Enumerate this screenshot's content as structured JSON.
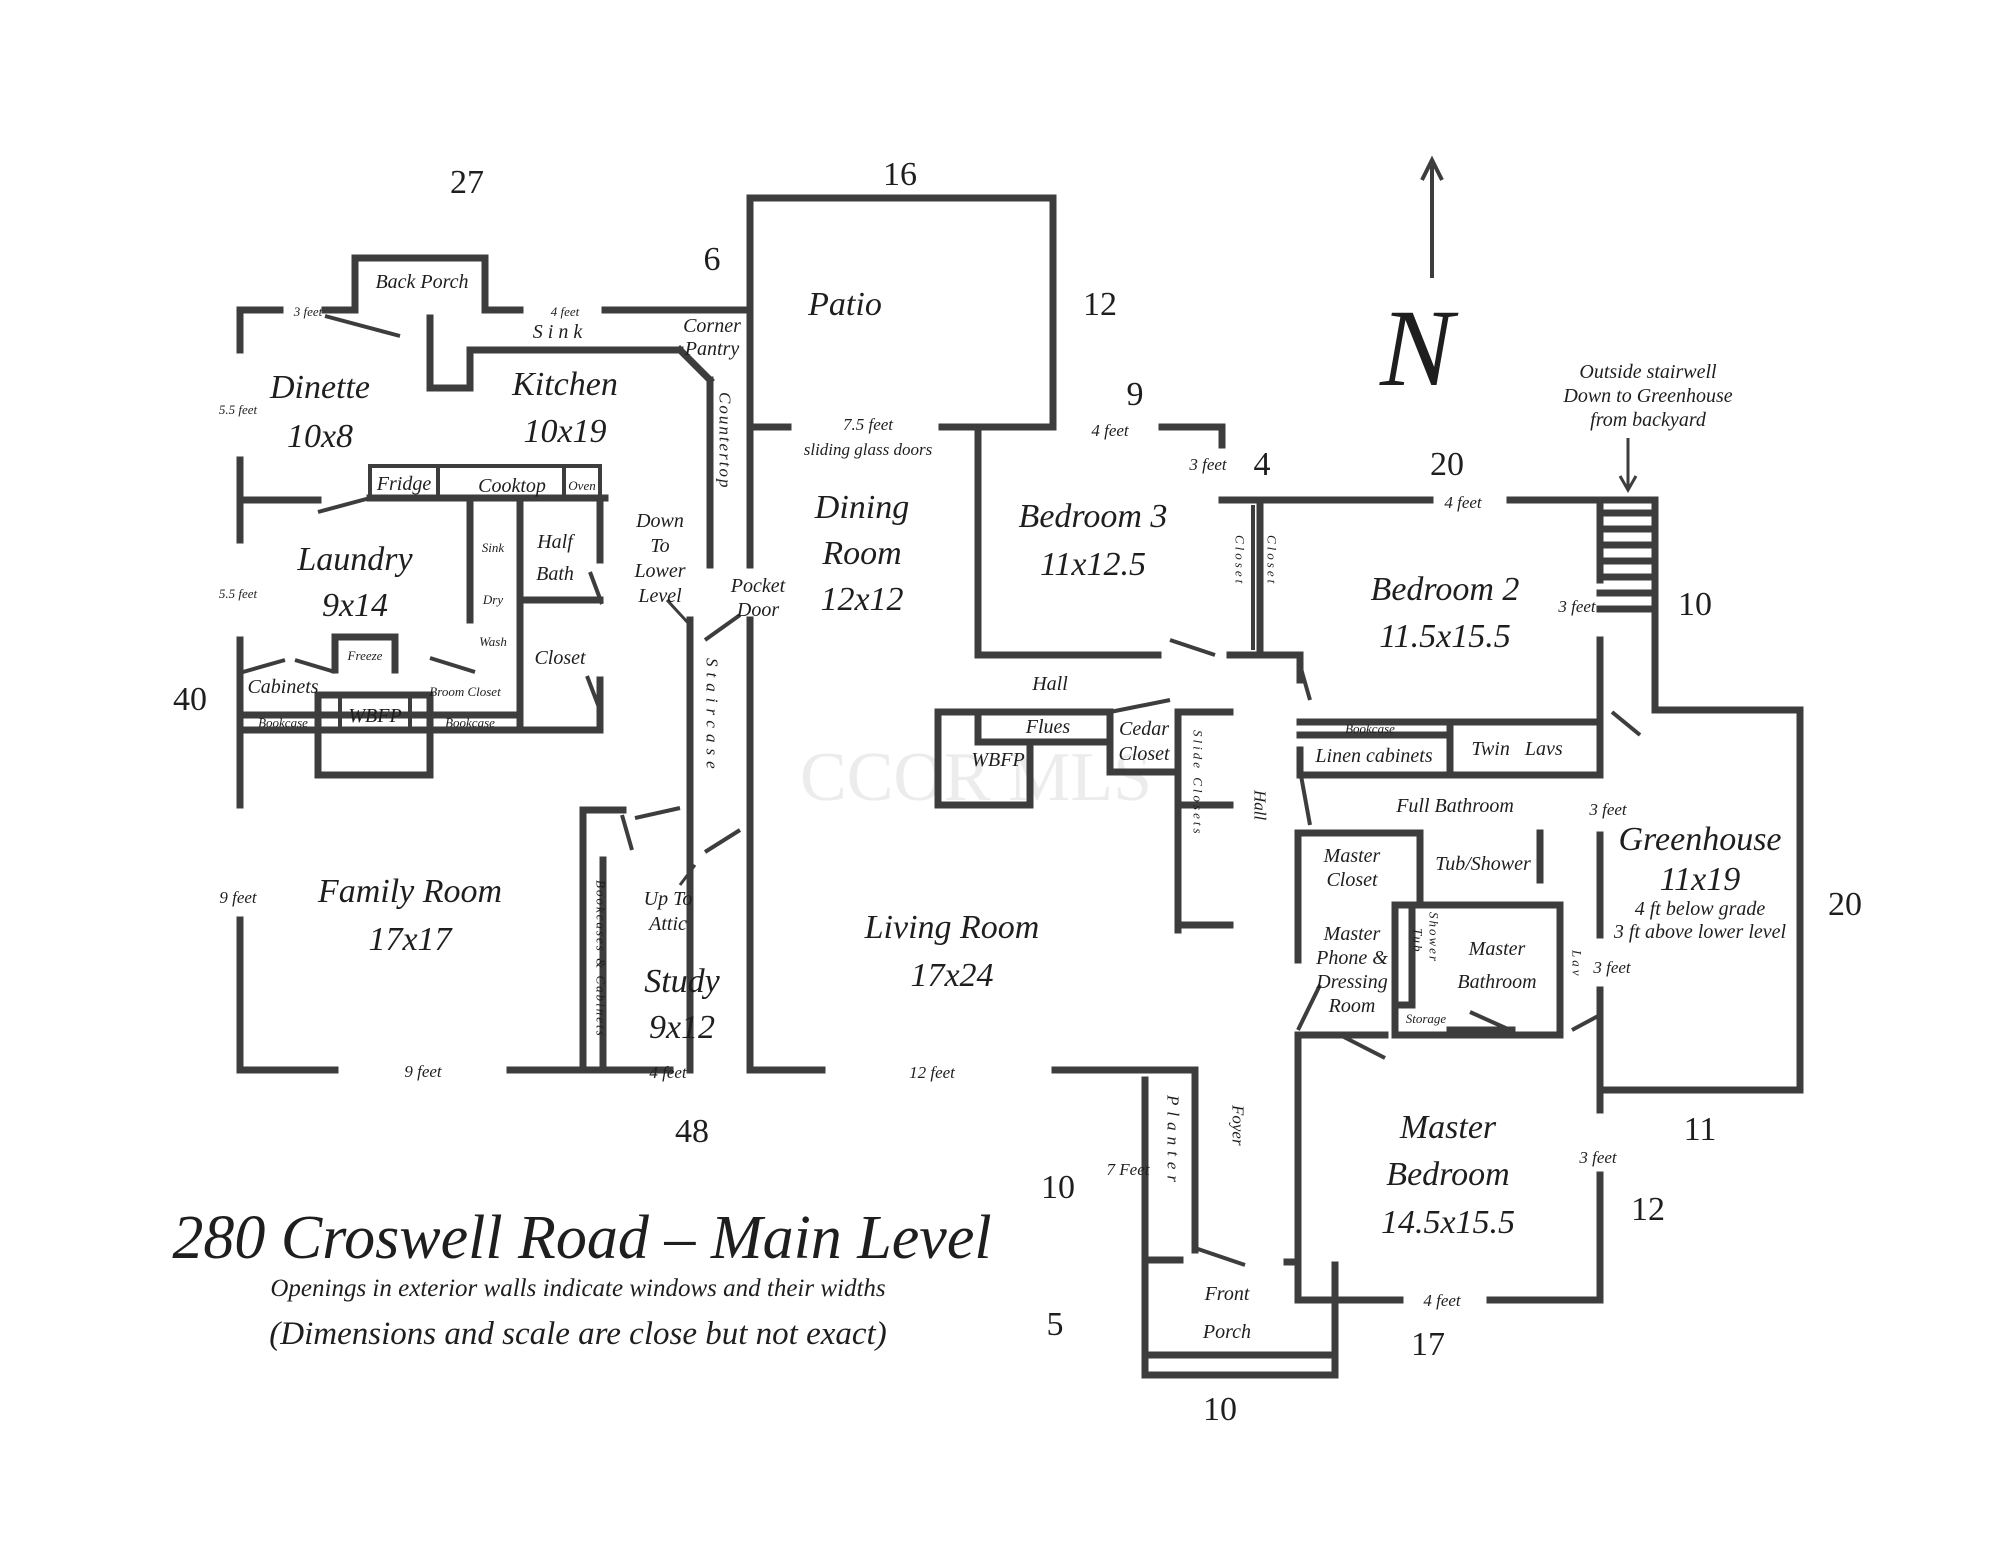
{
  "title": "280 Croswell Road – Main Level",
  "subtitle_1": "Openings in exterior walls indicate windows and their widths",
  "subtitle_2": "(Dimensions and scale are close but not exact)",
  "north_label": "N",
  "watermark": "CCOR MLS",
  "rooms": {
    "patio": "Patio",
    "dinette": "Dinette",
    "dinette_size": "10x8",
    "kitchen": "Kitchen",
    "kitchen_size": "10x19",
    "laundry": "Laundry",
    "laundry_size": "9x14",
    "dining_1": "Dining",
    "dining_2": "Room",
    "dining_size": "12x12",
    "bedroom3": "Bedroom 3",
    "bedroom3_size": "11x12.5",
    "bedroom2": "Bedroom 2",
    "bedroom2_size": "11.5x15.5",
    "family": "Family Room",
    "family_size": "17x17",
    "living": "Living Room",
    "living_size": "17x24",
    "study": "Study",
    "study_size": "9x12",
    "greenhouse": "Greenhouse",
    "greenhouse_size": "11x19",
    "greenhouse_note_1": "4 ft below grade",
    "greenhouse_note_2": "3 ft above lower level",
    "master_bedroom_1": "Master",
    "master_bedroom_2": "Bedroom",
    "master_bedroom_size": "14.5x15.5",
    "master_bath_1": "Master",
    "master_bath_2": "Bathroom",
    "front_porch_1": "Front",
    "front_porch_2": "Porch",
    "half_bath_1": "Half",
    "half_bath_2": "Bath",
    "closet": "Closet",
    "hall_top": "Hall",
    "hall_vertical": "Hall",
    "foyer": "Foyer",
    "full_bathroom": "Full Bathroom",
    "master_closet_1": "Master",
    "master_closet_2": "Closet",
    "master_dressing_1": "Master",
    "master_dressing_2": "Phone &",
    "master_dressing_3": "Dressing",
    "master_dressing_4": "Room"
  },
  "fixtures": {
    "back_porch": "Back Porch",
    "sink": "Sink",
    "corner_pantry_1": "Corner",
    "corner_pantry_2": "Pantry",
    "countertop": "Countertop",
    "fridge": "Fridge",
    "cooktop": "Cooktop",
    "oven": "Oven",
    "small_sink": "Sink",
    "dryer": "Dry",
    "washer": "Wash",
    "freezer": "Freeze",
    "cabinets": "Cabinets",
    "broom_closet": "Broom Closet",
    "bookcase_left": "Bookcase",
    "wbfp_family": "WBFP",
    "bookcase_right": "Bookcase",
    "down_1": "Down",
    "down_2": "To",
    "down_3": "Lower",
    "down_4": "Level",
    "pocket_1": "Pocket",
    "pocket_2": "Door",
    "staircase": "Staircase",
    "up_1": "Up To",
    "up_2": "Attic",
    "bookcases_cabinets": "Bookcases & Cabinets",
    "flues": "Flues",
    "wbfp_living": "WBFP",
    "cedar_1": "Cedar",
    "cedar_2": "Closet",
    "slide_closets": "Slide Closets",
    "closet_b3": "Closet",
    "closet_b2": "Closet",
    "bookcase_hall": "Bookcase",
    "linen": "Linen cabinets",
    "twin_lavs": "Twin   Lavs",
    "tub_shower": "Tub/Shower",
    "tub": "Tub",
    "shower": "Shower",
    "storage": "Storage",
    "lav": "Lav",
    "planter": "Planter",
    "stair_note_1": "Outside stairwell",
    "stair_note_2": "Down to Greenhouse",
    "stair_note_3": "from backyard"
  },
  "window_widths": {
    "back_3": "3 feet",
    "back_4": "4 feet",
    "west_55a": "5.5 feet",
    "west_55b": "5.5 feet",
    "west_9": "9 feet",
    "south_9": "9 feet",
    "south_4": "4 feet",
    "south_12": "12 feet",
    "sliding_1": "7.5 feet",
    "sliding_2": "sliding glass doors",
    "bed3_4": "4 feet",
    "bed3_3": "3 feet",
    "bed2_4": "4 feet",
    "bed2_3": "3 feet",
    "green_3a": "3 feet",
    "green_3b": "3 feet",
    "master_3": "3 feet",
    "master_4": "4 feet",
    "foyer_7": "7 Feet"
  },
  "exterior_dims": {
    "d27": "27",
    "d16": "16",
    "d6": "6",
    "d12a": "12",
    "d9": "9",
    "d4": "4",
    "d20a": "20",
    "d10a": "10",
    "d40": "40",
    "d20b": "20",
    "d48": "48",
    "d11": "11",
    "d10b": "10",
    "d12b": "12",
    "d5": "5",
    "d17": "17",
    "d10c": "10"
  }
}
